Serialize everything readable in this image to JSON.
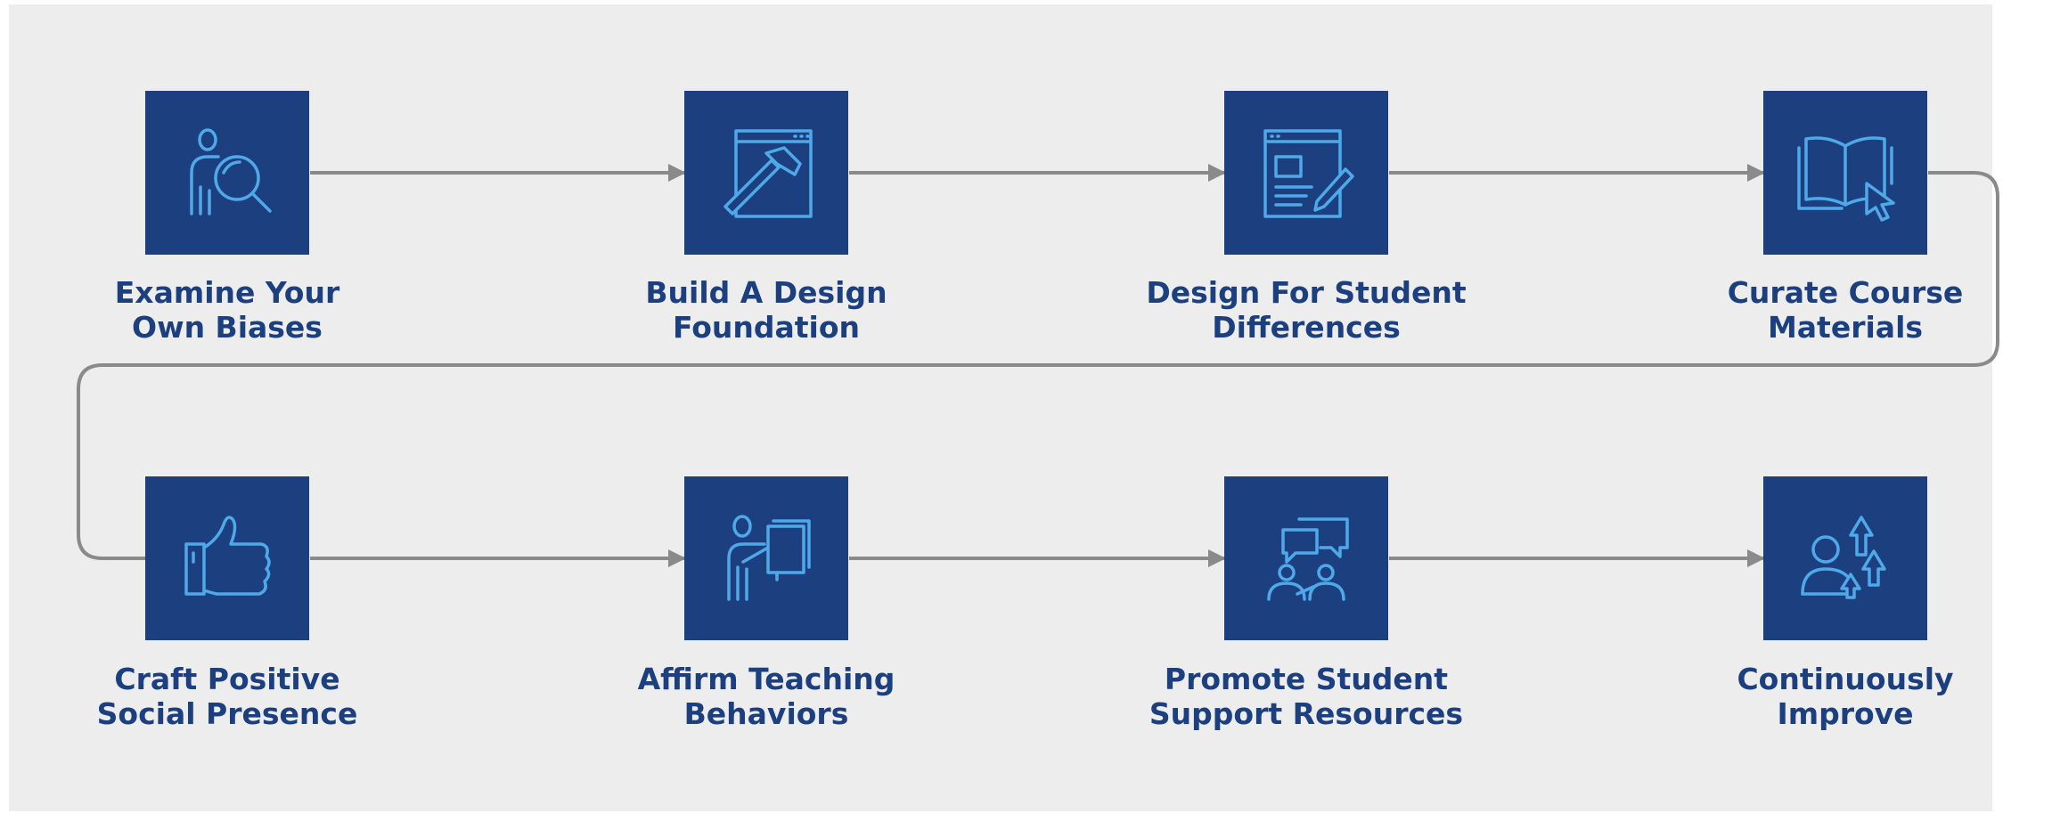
{
  "colors": {
    "background": "#ededed",
    "tile": "#1b3f7f",
    "icon_stroke": "#4fa8e8",
    "label": "#1b3f7f",
    "connector": "#8a8a8a"
  },
  "steps": [
    {
      "icon": "person-search-icon",
      "line1": "Examine Your",
      "line2": "Own Biases"
    },
    {
      "icon": "hammer-window-icon",
      "line1": "Build A Design",
      "line2": "Foundation"
    },
    {
      "icon": "document-edit-icon",
      "line1": "Design For Student",
      "line2": "Differences"
    },
    {
      "icon": "book-cursor-icon",
      "line1": "Curate Course",
      "line2": "Materials"
    },
    {
      "icon": "thumbs-up-icon",
      "line1": "Craft Positive",
      "line2": "Social Presence"
    },
    {
      "icon": "presenter-board-icon",
      "line1": "Affirm Teaching",
      "line2": "Behaviors"
    },
    {
      "icon": "people-chat-icon",
      "line1": "Promote Student",
      "line2": "Support Resources"
    },
    {
      "icon": "person-growth-arrows-icon",
      "line1": "Continuously",
      "line2": "Improve"
    }
  ]
}
